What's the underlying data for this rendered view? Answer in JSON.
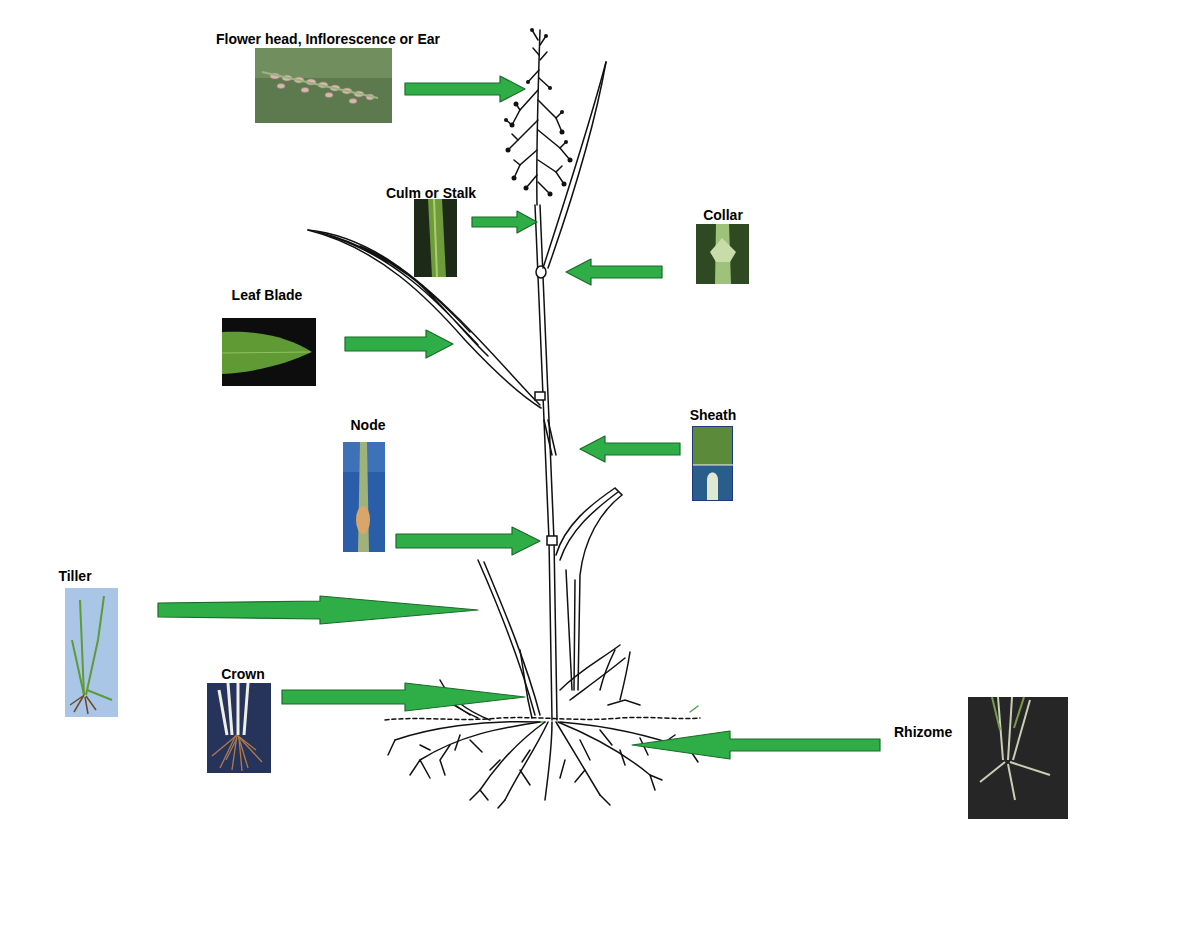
{
  "diagram": {
    "labels": [
      "Flower head, Inflorescence or Ear",
      "Culm or Stalk",
      "Collar",
      "Leaf Blade",
      "Sheath",
      "Node",
      "Tiller",
      "Crown",
      "Rhizome"
    ]
  }
}
